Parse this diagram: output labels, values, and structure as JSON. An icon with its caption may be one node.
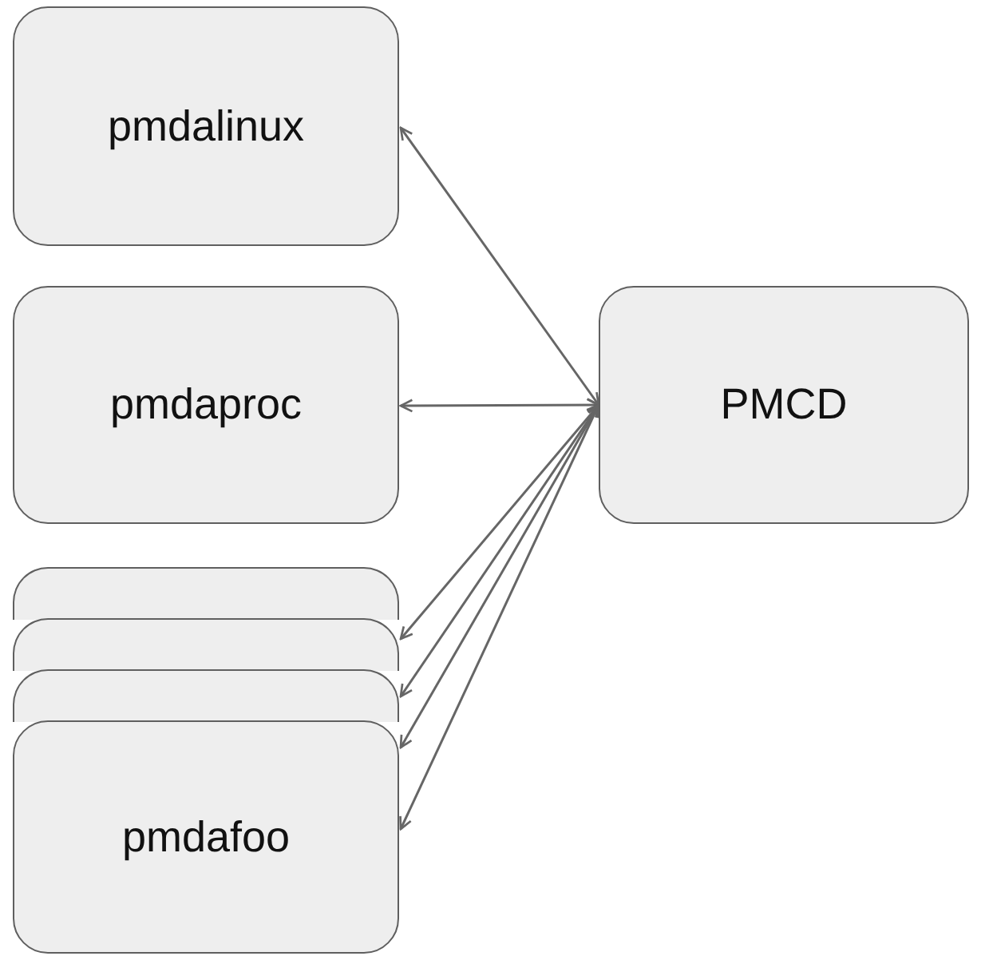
{
  "diagram": {
    "nodes": [
      {
        "text": [
          "pmdalinux"
        ]
      },
      {
        "text": [
          "pmdaproc"
        ]
      },
      {
        "text": [
          "PMCD"
        ]
      },
      {
        "text": [],
        "shape": "box"
      },
      {
        "text": [],
        "shape": "box"
      },
      {
        "text": [],
        "shape": "box"
      },
      {
        "text": [
          "pmdafoo"
        ]
      }
    ],
    "edges": [
      {
        "from": 2,
        "to": 0,
        "arrow": "both"
      },
      {
        "from": 2,
        "to": 1,
        "arrow": "both"
      },
      {
        "from": 2,
        "to": 3,
        "arrow": "both"
      },
      {
        "from": 2,
        "to": 4,
        "arrow": "both"
      },
      {
        "from": 2,
        "to": 5,
        "arrow": "both"
      },
      {
        "from": 2,
        "to": 6,
        "arrow": "both"
      }
    ]
  }
}
